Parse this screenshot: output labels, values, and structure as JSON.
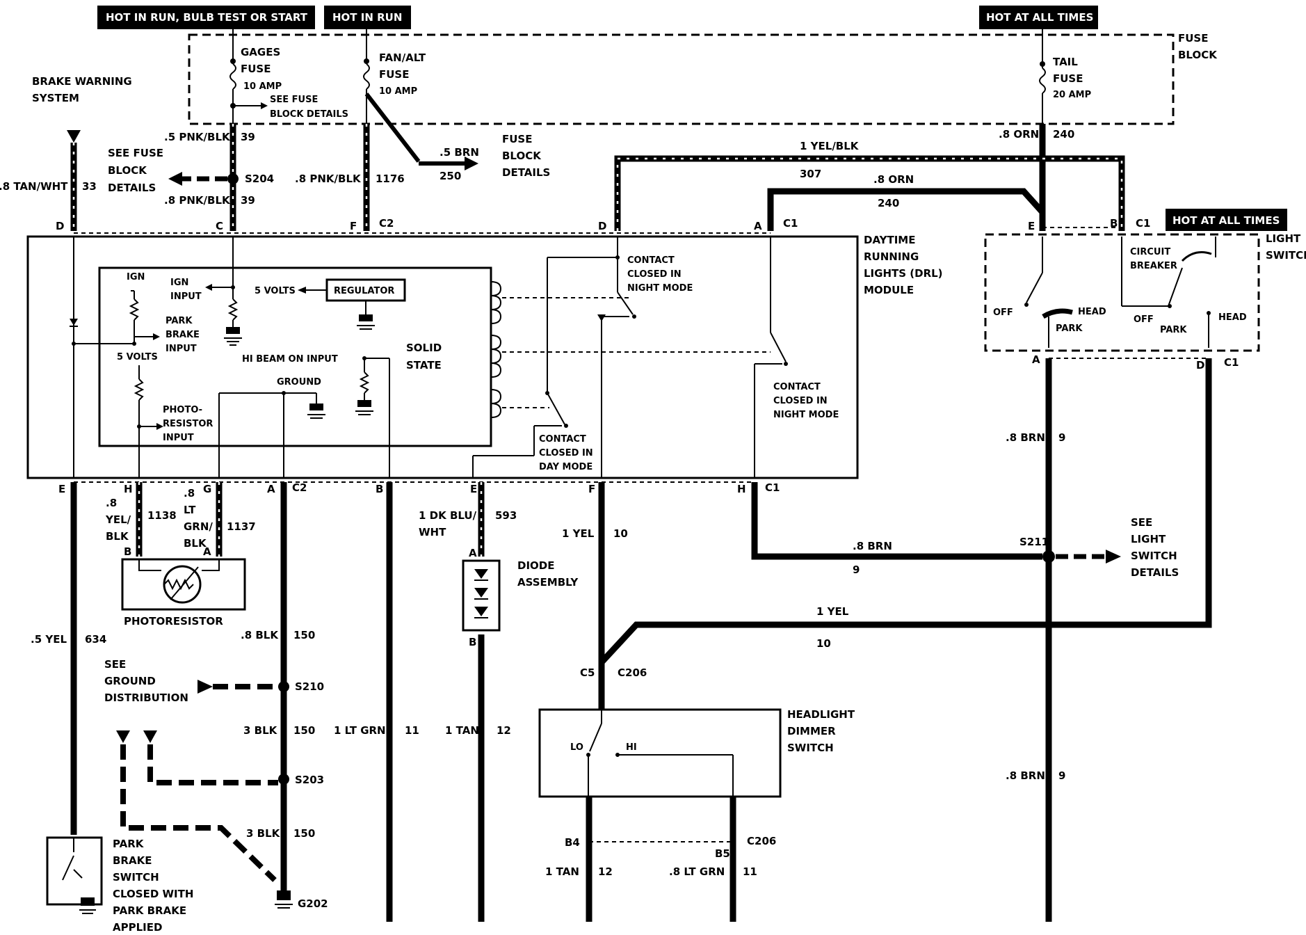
{
  "headers": {
    "hot_run_bulb": "HOT IN RUN, BULB TEST OR START",
    "hot_run": "HOT IN RUN",
    "hot_all_1": "HOT AT ALL TIMES",
    "hot_all_2": "HOT AT ALL TIMES"
  },
  "fuse_block": {
    "l1": "FUSE",
    "l2": "BLOCK"
  },
  "gages_fuse": {
    "l1": "GAGES",
    "l2": "FUSE",
    "rating": "10 AMP",
    "see1": "SEE FUSE",
    "see2": "BLOCK DETAILS"
  },
  "fanalt_fuse": {
    "l1": "FAN/ALT",
    "l2": "FUSE",
    "rating": "10 AMP"
  },
  "tail_fuse": {
    "l1": "TAIL",
    "l2": "FUSE",
    "rating": "20 AMP"
  },
  "brake_warning": {
    "l1": "BRAKE WARNING",
    "l2": "SYSTEM"
  },
  "wires": {
    "pnk39a": ".5 PNK/BLK",
    "n39a": "39",
    "pnk39b": ".8 PNK/BLK",
    "n39b": "39",
    "s204": "S204",
    "see_fuse_1": "SEE FUSE",
    "see_fuse_2": "BLOCK",
    "see_fuse_3": "DETAILS",
    "tan": ".8 TAN/WHT",
    "n33": "33",
    "pnk1176": ".8 PNK/BLK",
    "n1176": "1176",
    "brn250": ".5 BRN",
    "n250": "250",
    "fbd1": "FUSE",
    "fbd2": "BLOCK",
    "fbd3": "DETAILS",
    "orn_top": ".8 ORN",
    "n240_top": "240",
    "yelblk": "1 YEL/BLK",
    "n307": "307",
    "orn_mid": ".8 ORN",
    "n240_mid": "240",
    "yelblk8": ".8",
    "yelblk8b": "YEL/",
    "yelblk8c": "BLK",
    "n1138": "1138",
    "ltgrn8": ".8",
    "ltgrn8b": "LT",
    "ltgrn8c": "GRN/",
    "ltgrn8d": "BLK",
    "n1137": "1137",
    "dkblu": "1 DK BLU/",
    "dkblu2": "WHT",
    "n593": "593",
    "yel10a": "1 YEL",
    "n10a": "10",
    "brn9a": ".8 BRN",
    "n9a": "9",
    "brn9b": ".8 BRN",
    "n9b": "9",
    "s211": "S211",
    "see_ls1": "SEE",
    "see_ls2": "LIGHT",
    "see_ls3": "SWITCH",
    "see_ls4": "DETAILS",
    "yel10b": "1 YEL",
    "n10b": "10",
    "yel634": ".5 YEL",
    "n634": "634",
    "blk150a": ".8 BLK",
    "n150a": "150",
    "see_gd1": "SEE",
    "see_gd2": "GROUND",
    "see_gd3": "DISTRIBUTION",
    "s210": "S210",
    "blk150b": "3 BLK",
    "n150b": "150",
    "ltgrn11": "1 LT GRN",
    "n11a": "11",
    "tan12a": "1 TAN",
    "n12a": "12",
    "s203": "S203",
    "blk150c": "3 BLK",
    "n150c": "150",
    "g202": "G202",
    "tan12b": "1 TAN",
    "n12b": "12",
    "ltgrn11b": ".8 LT GRN",
    "n11b": "11",
    "brn9c": ".8 BRN",
    "n9c": "9"
  },
  "connectors": {
    "D1": "D",
    "C1": "C",
    "F1": "F",
    "C2a": "C2",
    "D2": "D",
    "A1": "A",
    "C1a": "C1",
    "E1": "E",
    "B1": "B",
    "C1b": "C1",
    "A2": "A",
    "D3": "D",
    "C1c": "C1",
    "E2": "E",
    "H1": "H",
    "G1": "G",
    "A3": "A",
    "C2b": "C2",
    "B2": "B",
    "E3": "E",
    "F2": "F",
    "H2": "H",
    "C1d": "C1",
    "B3": "B",
    "A4": "A",
    "A5": "A",
    "B4": "B",
    "C5": "C5",
    "C206a": "C206",
    "B4b": "B4",
    "B5": "B5",
    "C206b": "C206"
  },
  "drl": {
    "title1": "DAYTIME",
    "title2": "RUNNING",
    "title3": "LIGHTS (DRL)",
    "title4": "MODULE",
    "ign": "IGN",
    "ign_input1": "IGN",
    "ign_input2": "INPUT",
    "five_v": "5 VOLTS",
    "regulator": "REGULATOR",
    "park1": "PARK",
    "park2": "BRAKE",
    "park3": "INPUT",
    "five_v2": "5 VOLTS",
    "photo1": "PHOTO-",
    "photo2": "RESISTOR",
    "photo3": "INPUT",
    "hibeam": "HI BEAM ON INPUT",
    "ground": "GROUND",
    "solid1": "SOLID",
    "solid2": "STATE",
    "contact_n1": "CONTACT",
    "contact_n2": "CLOSED IN",
    "contact_n3": "NIGHT MODE",
    "contact_n4": "CONTACT",
    "contact_n5": "CLOSED IN",
    "contact_n6": "NIGHT MODE",
    "contact_d1": "CONTACT",
    "contact_d2": "CLOSED IN",
    "contact_d3": "DAY MODE"
  },
  "light_switch": {
    "t1": "LIGHT",
    "t2": "SWITCH",
    "cb1": "CIRCUIT",
    "cb2": "BREAKER",
    "off1": "OFF",
    "head1": "HEAD",
    "park1": "PARK",
    "off2": "OFF",
    "head2": "HEAD",
    "park2": "PARK"
  },
  "photoresistor": "PHOTORESISTOR",
  "diode": {
    "l1": "DIODE",
    "l2": "ASSEMBLY"
  },
  "dimmer": {
    "l1": "HEADLIGHT",
    "l2": "DIMMER",
    "l3": "SWITCH",
    "lo": "LO",
    "hi": "HI"
  },
  "park_switch": {
    "l1": "PARK",
    "l2": "BRAKE",
    "l3": "SWITCH",
    "l4": "CLOSED WITH",
    "l5": "PARK BRAKE",
    "l6": "APPLIED"
  }
}
